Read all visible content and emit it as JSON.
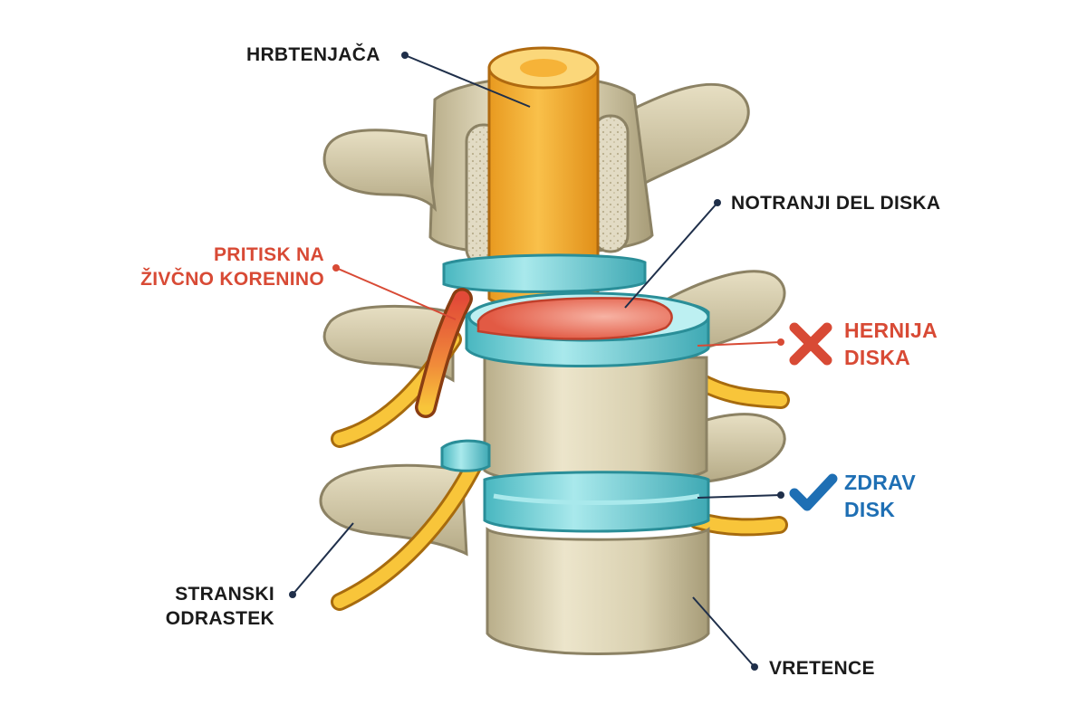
{
  "labels": {
    "spinal_cord": "HRBTENJAČA",
    "nucleus": "NOTRANJI DEL DISKA",
    "nerve_pressure": [
      "PRITISK NA",
      "ŽIVČNO KORENINO"
    ],
    "herniated_disc": [
      "HERNIJA",
      "DISKA"
    ],
    "healthy_disc": [
      "ZDRAV",
      "DISK"
    ],
    "transverse_process": [
      "STRANSKI",
      "ODRASTEK"
    ],
    "vertebra": "VRETENCE"
  },
  "icons": {
    "herniated": "cross-icon",
    "healthy": "check-icon"
  },
  "colors": {
    "label_dark": "#1b1b1b",
    "label_red": "#d84a35",
    "label_blue": "#1e6fb4",
    "leader_dark": "#1f2f4a",
    "bone": "#d8cfae",
    "disc": "#7fd3d8",
    "spinal_cord": "#f6b338",
    "nerve": "#f8c53a",
    "herniation": "#e8604a"
  }
}
